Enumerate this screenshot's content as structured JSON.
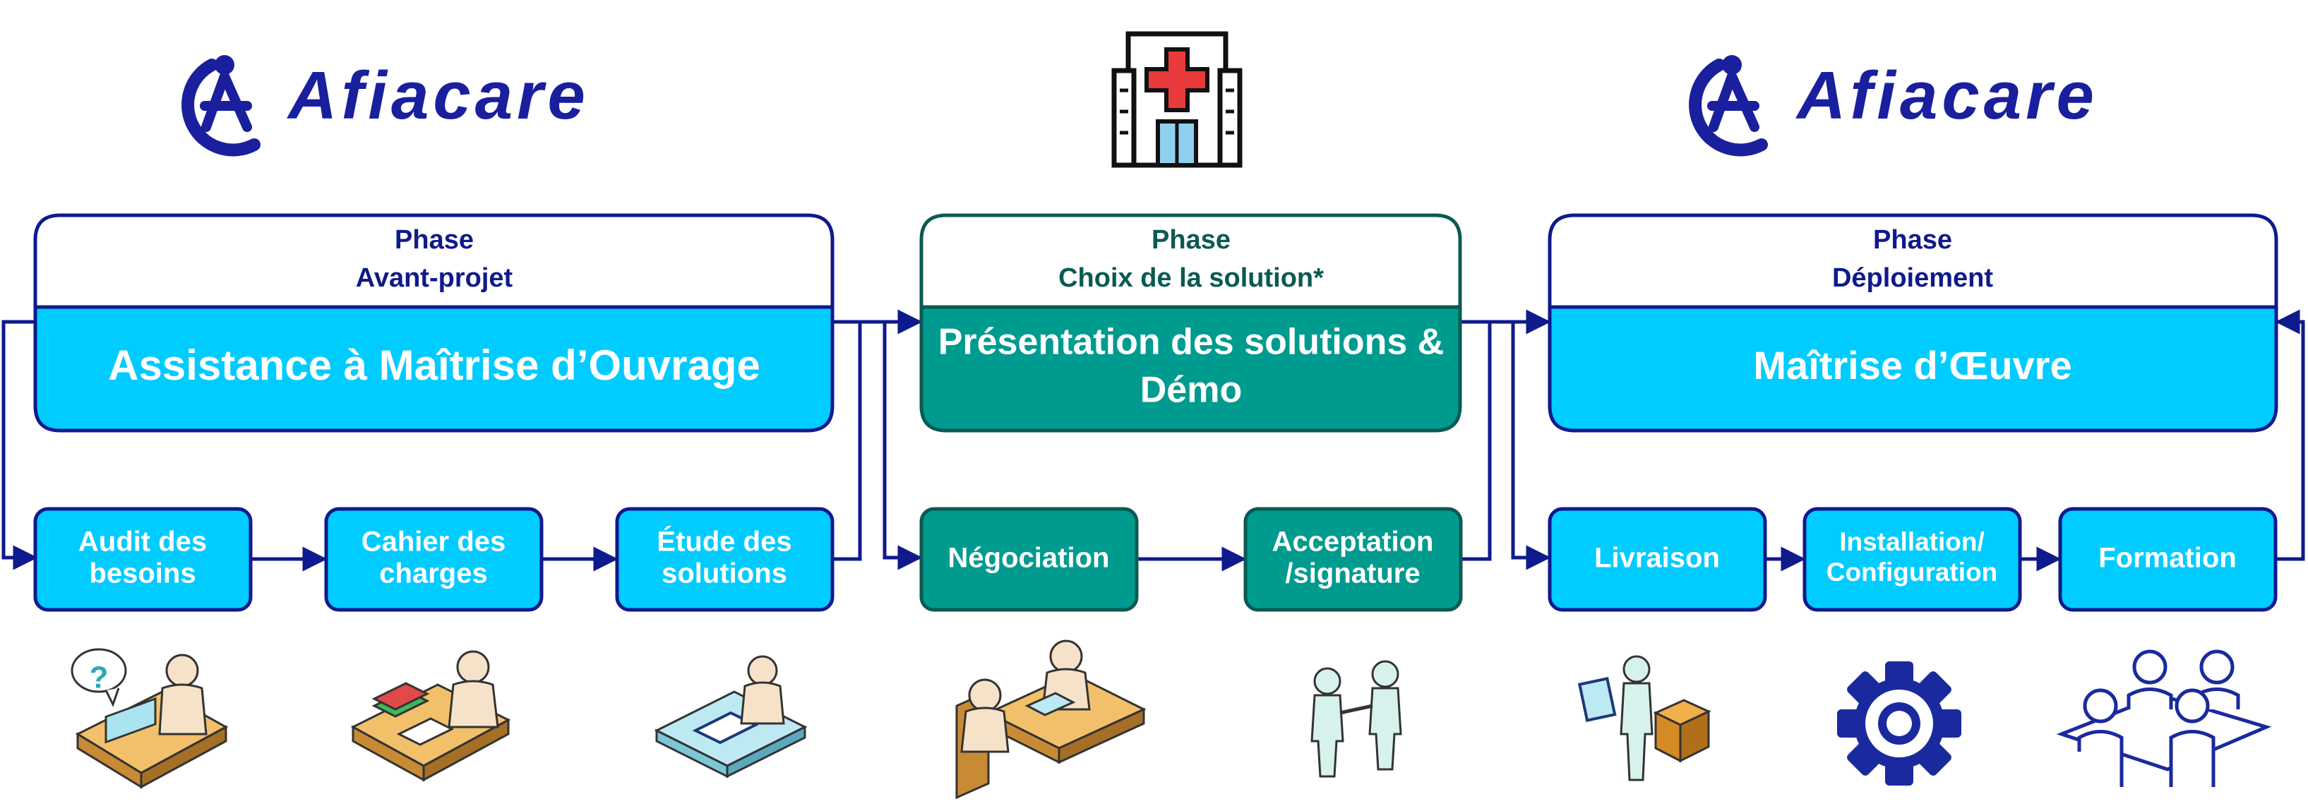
{
  "brand": {
    "logo_text": "Afiacare",
    "navy": "#0f1a8c",
    "cyan": "#00ccff",
    "teal": "#009b8f",
    "teal_dark": "#0b5a52"
  },
  "phases": {
    "avant_projet": {
      "label_line1": "Phase",
      "label_line2": "Avant-projet",
      "title": "Assistance à Maîtrise d’Ouvrage"
    },
    "choix": {
      "label_line1": "Phase",
      "label_line2": "Choix de la solution*",
      "title_line1": "Présentation des solutions &",
      "title_line2": "Démo"
    },
    "deploiement": {
      "label_line1": "Phase",
      "label_line2": "Déploiement",
      "title": "Maîtrise d’Œuvre"
    }
  },
  "steps": {
    "audit": {
      "line1": "Audit des",
      "line2": "besoins"
    },
    "cahier": {
      "line1": "Cahier des",
      "line2": "charges"
    },
    "etude": {
      "line1": "Étude des",
      "line2": "solutions"
    },
    "negociation": {
      "line1": "Négociation"
    },
    "acceptation": {
      "line1": "Acceptation",
      "line2": "/signature"
    },
    "livraison": {
      "line1": "Livraison"
    },
    "installation": {
      "line1": "Installation/",
      "line2": "Configuration"
    },
    "formation": {
      "line1": "Formation"
    }
  },
  "icons": [
    "hospital-icon",
    "consultant-question-icon",
    "specifications-writer-icon",
    "study-desk-icon",
    "negotiation-icon",
    "handshake-icon",
    "delivery-icon",
    "gear-icon",
    "team-meeting-icon"
  ]
}
